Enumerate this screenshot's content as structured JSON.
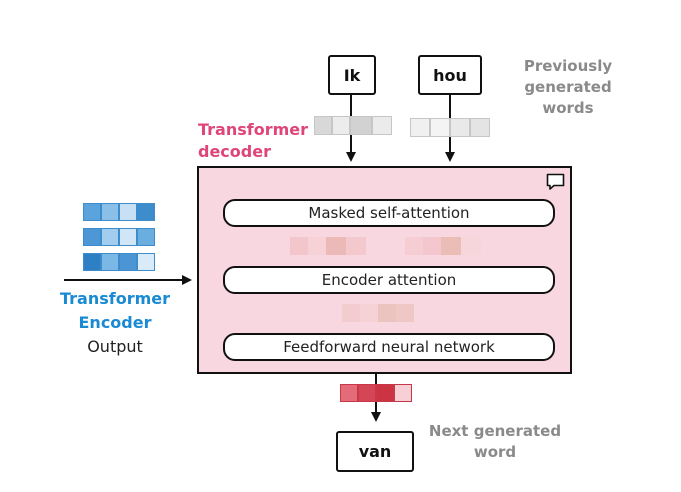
{
  "decoder_label": [
    "Transformer",
    "decoder"
  ],
  "encoder_label": [
    "Transformer",
    "Encoder"
  ],
  "encoder_output": "Output",
  "previous_label": [
    "Previously",
    "generated words"
  ],
  "next_label": [
    "Next generated",
    "word"
  ],
  "input_words": [
    "Ik",
    "hou"
  ],
  "output_word": "van",
  "layers": [
    "Masked self-attention",
    "Encoder attention",
    "Feedforward neural network"
  ],
  "colors": {
    "pink": "#e0457a",
    "blue": "#1a8ad4",
    "decoder_fill": "#f8d7e0",
    "gray": "#8a8a8a"
  },
  "icons": [
    "comment-icon"
  ]
}
